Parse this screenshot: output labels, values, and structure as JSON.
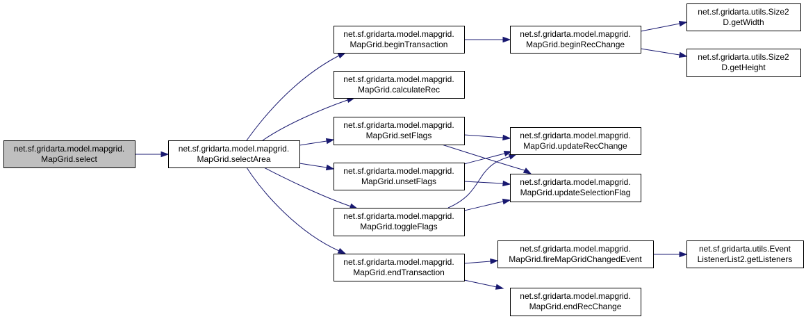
{
  "diagram": {
    "type": "call-graph",
    "colors": {
      "edge": "#191970",
      "root_fill": "#bfbfbf",
      "node_fill": "#ffffff",
      "border": "#000000"
    },
    "nodes": [
      {
        "id": "select",
        "line1": "net.sf.gridarta.model.mapgrid.",
        "line2": "MapGrid.select",
        "root": true
      },
      {
        "id": "selectArea",
        "line1": "net.sf.gridarta.model.mapgrid.",
        "line2": "MapGrid.selectArea"
      },
      {
        "id": "beginTransaction",
        "line1": "net.sf.gridarta.model.mapgrid.",
        "line2": "MapGrid.beginTransaction"
      },
      {
        "id": "calculateRec",
        "line1": "net.sf.gridarta.model.mapgrid.",
        "line2": "MapGrid.calculateRec"
      },
      {
        "id": "setFlags",
        "line1": "net.sf.gridarta.model.mapgrid.",
        "line2": "MapGrid.setFlags"
      },
      {
        "id": "unsetFlags",
        "line1": "net.sf.gridarta.model.mapgrid.",
        "line2": "MapGrid.unsetFlags"
      },
      {
        "id": "toggleFlags",
        "line1": "net.sf.gridarta.model.mapgrid.",
        "line2": "MapGrid.toggleFlags"
      },
      {
        "id": "endTransaction",
        "line1": "net.sf.gridarta.model.mapgrid.",
        "line2": "MapGrid.endTransaction"
      },
      {
        "id": "beginRecChange",
        "line1": "net.sf.gridarta.model.mapgrid.",
        "line2": "MapGrid.beginRecChange"
      },
      {
        "id": "updateRecChange",
        "line1": "net.sf.gridarta.model.mapgrid.",
        "line2": "MapGrid.updateRecChange"
      },
      {
        "id": "updateSelectionFlag",
        "line1": "net.sf.gridarta.model.mapgrid.",
        "line2": "MapGrid.updateSelectionFlag"
      },
      {
        "id": "fireMapGridChangedEvent",
        "line1": "net.sf.gridarta.model.mapgrid.",
        "line2": "MapGrid.fireMapGridChangedEvent"
      },
      {
        "id": "endRecChange",
        "line1": "net.sf.gridarta.model.mapgrid.",
        "line2": "MapGrid.endRecChange"
      },
      {
        "id": "getWidth",
        "line1": "net.sf.gridarta.utils.Size2",
        "line2": "D.getWidth"
      },
      {
        "id": "getHeight",
        "line1": "net.sf.gridarta.utils.Size2",
        "line2": "D.getHeight"
      },
      {
        "id": "getListeners",
        "line1": "net.sf.gridarta.utils.Event",
        "line2": "ListenerList2.getListeners"
      }
    ],
    "edges": [
      {
        "from": "select",
        "to": "selectArea"
      },
      {
        "from": "selectArea",
        "to": "beginTransaction"
      },
      {
        "from": "selectArea",
        "to": "calculateRec"
      },
      {
        "from": "selectArea",
        "to": "setFlags"
      },
      {
        "from": "selectArea",
        "to": "unsetFlags"
      },
      {
        "from": "selectArea",
        "to": "toggleFlags"
      },
      {
        "from": "selectArea",
        "to": "endTransaction"
      },
      {
        "from": "beginTransaction",
        "to": "beginRecChange"
      },
      {
        "from": "beginRecChange",
        "to": "getWidth"
      },
      {
        "from": "beginRecChange",
        "to": "getHeight"
      },
      {
        "from": "setFlags",
        "to": "updateRecChange"
      },
      {
        "from": "setFlags",
        "to": "updateSelectionFlag"
      },
      {
        "from": "unsetFlags",
        "to": "updateRecChange"
      },
      {
        "from": "unsetFlags",
        "to": "updateSelectionFlag"
      },
      {
        "from": "toggleFlags",
        "to": "updateRecChange"
      },
      {
        "from": "toggleFlags",
        "to": "updateSelectionFlag"
      },
      {
        "from": "endTransaction",
        "to": "fireMapGridChangedEvent"
      },
      {
        "from": "endTransaction",
        "to": "endRecChange"
      },
      {
        "from": "fireMapGridChangedEvent",
        "to": "getListeners"
      }
    ]
  }
}
